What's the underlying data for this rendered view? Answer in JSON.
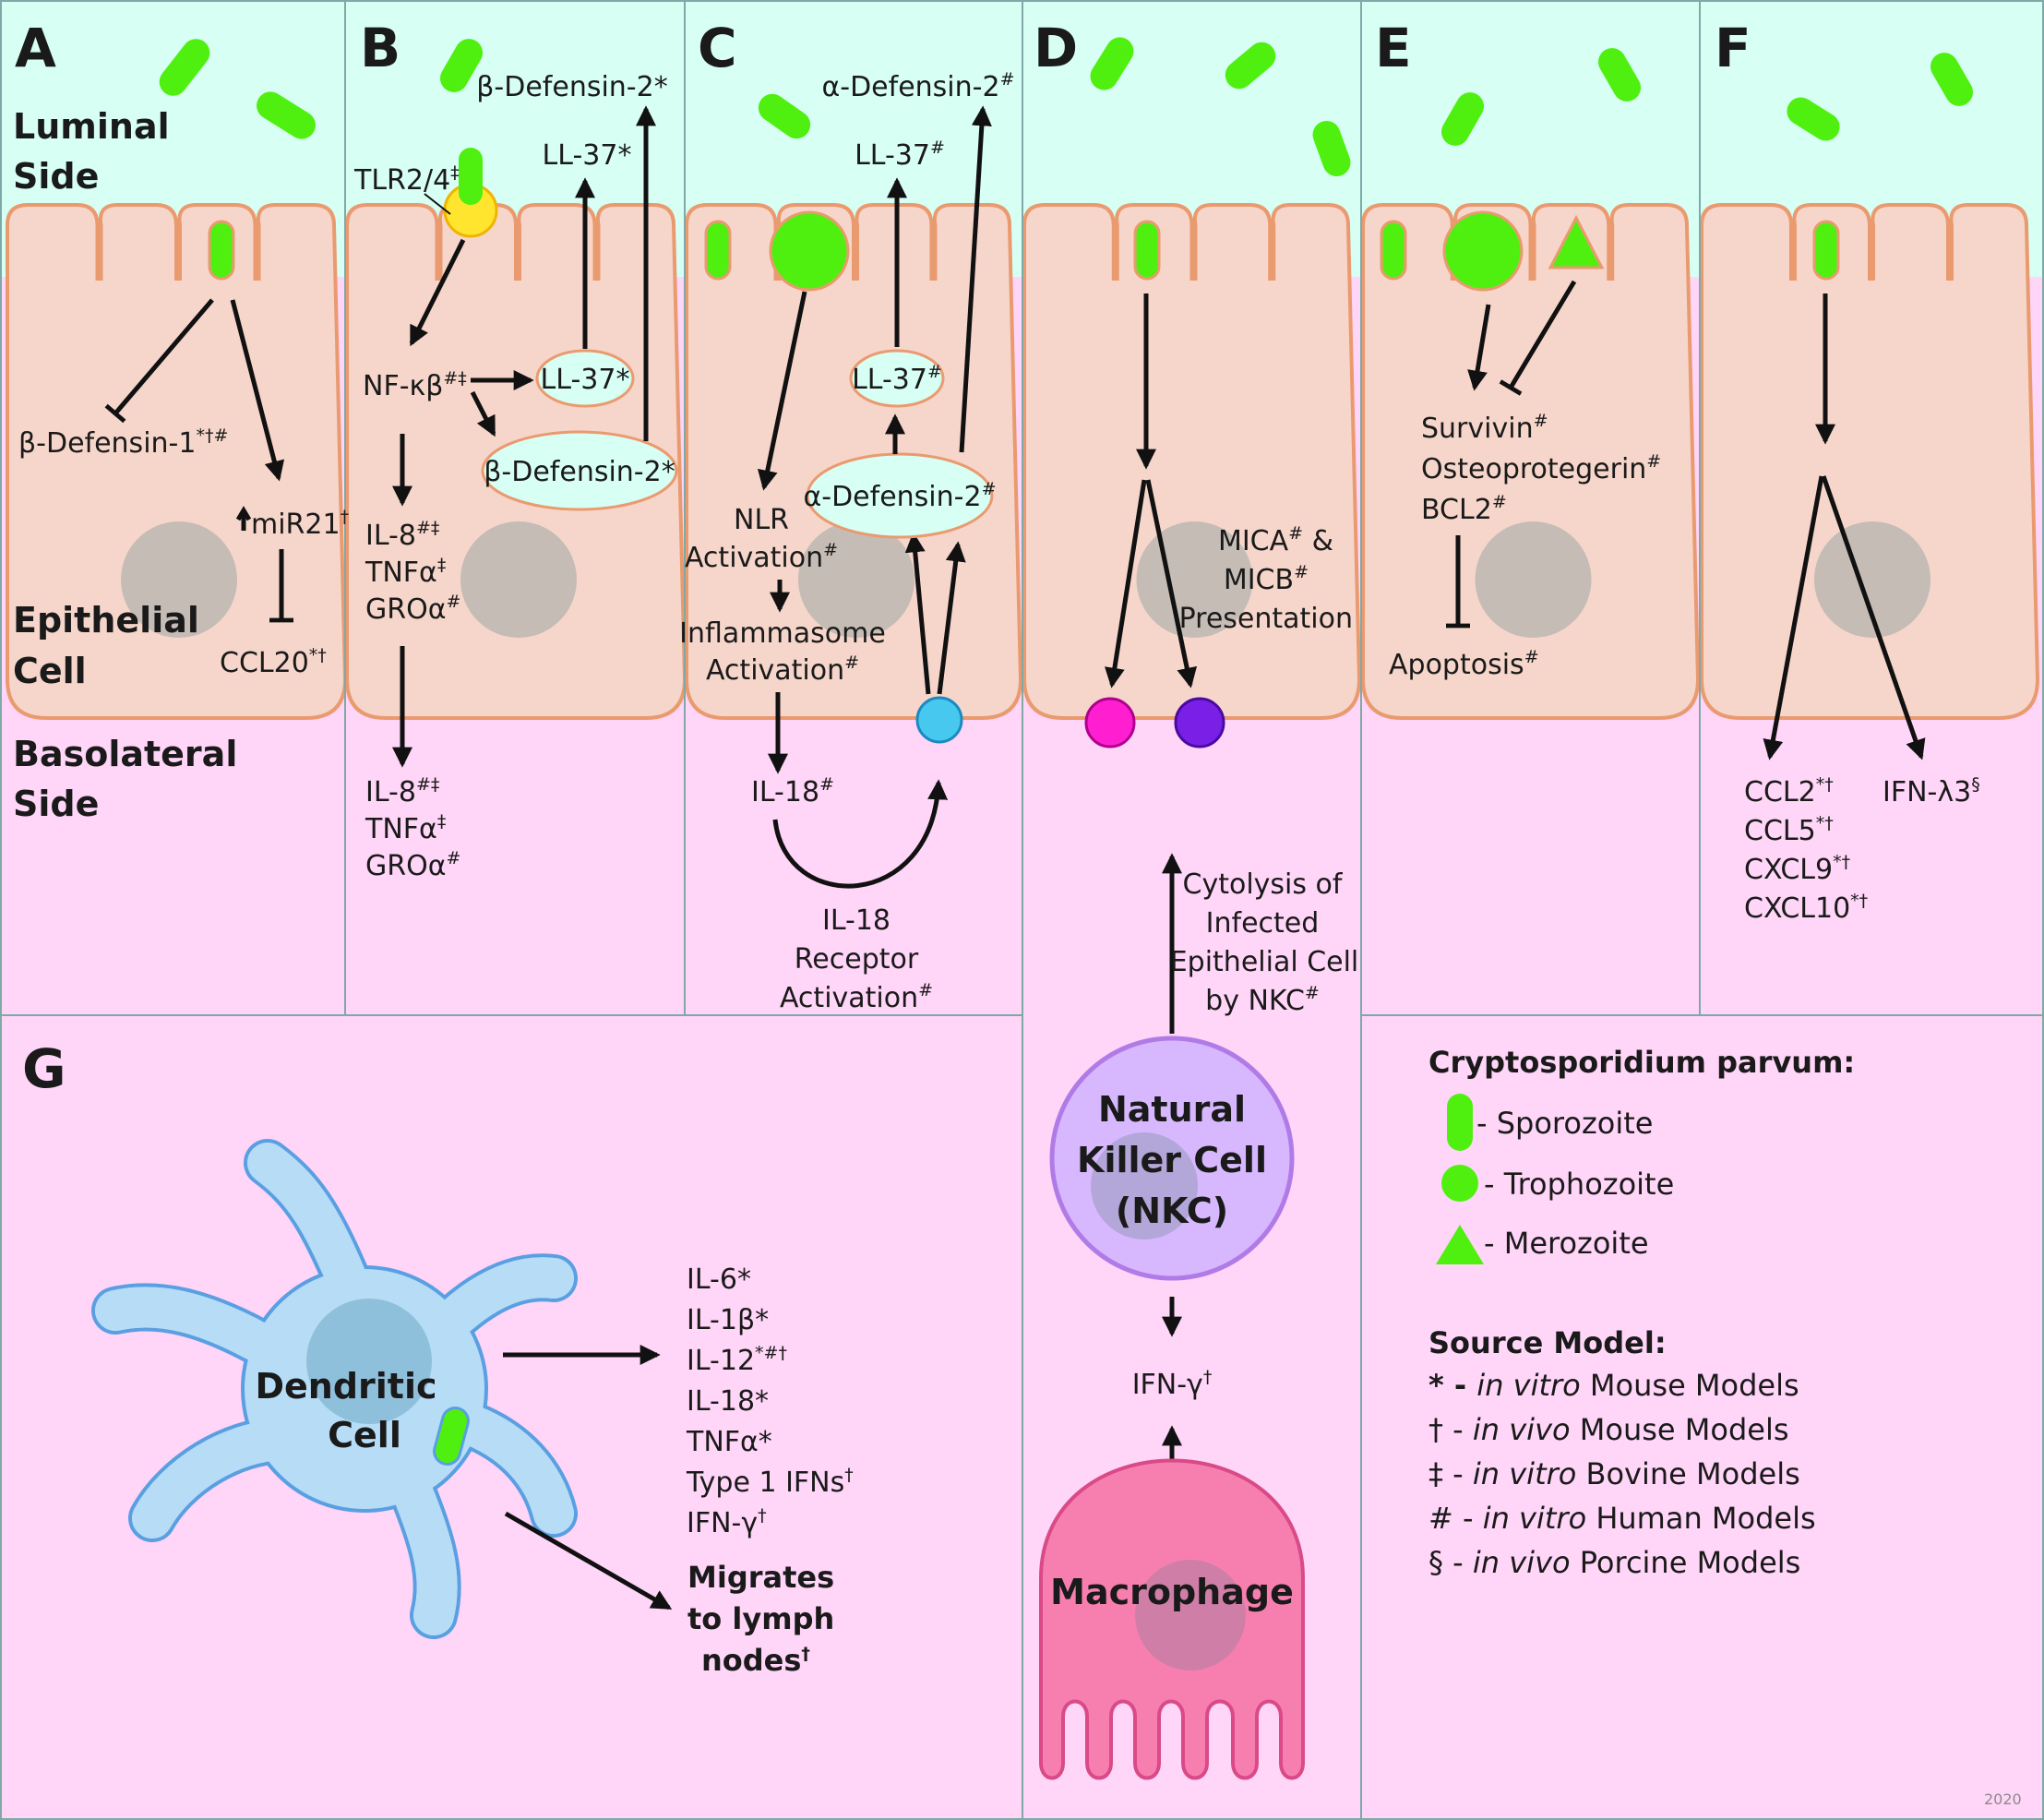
{
  "colors": {
    "luminal": "#d7fff4",
    "basolateral": "#ffd5f8",
    "cell_fill": "#f6d6cb",
    "cell_stroke": "#ea9a6f",
    "parasite": "#4ff00f",
    "nucleus": "#c5bcb5",
    "receptor_blue": "#46c8ef",
    "pink_dot": "#ff1fd1",
    "purple_dot": "#7a1fe6",
    "nk": "#d7b8ff",
    "nk_stroke": "#b07be6",
    "macrophage": "#f77fb0",
    "dendritic": "#b6dcf6",
    "dendritic_stroke": "#5a9fe2",
    "tlr": "#ffe52e"
  },
  "regions": {
    "luminal": [
      "Luminal",
      "Side"
    ],
    "epithelial": [
      "Epithelial",
      "Cell"
    ],
    "basolateral": [
      "Basolateral",
      "Side"
    ]
  },
  "panels": {
    "A": {
      "letter": "A",
      "beta_defensin1": [
        "β-Defensin-1",
        "*†#"
      ],
      "mir21": [
        "miR21",
        "†"
      ],
      "ccl20": [
        "CCL20",
        "*†"
      ]
    },
    "B": {
      "letter": "B",
      "tlr": [
        "TLR2/4",
        "‡"
      ],
      "nfkb": [
        "NF-κβ",
        "#‡"
      ],
      "ll37_bubble": "LL-37*",
      "bd2_bubble": "β-Defensin-2*",
      "ll37_out": "LL-37*",
      "bd2_out": "β-Defensin-2*",
      "il8": [
        "IL-8",
        "#‡"
      ],
      "tnfa": [
        "TNFα",
        "‡"
      ],
      "groa": [
        "GROα",
        "#"
      ],
      "il8_out": [
        "IL-8",
        "#‡"
      ],
      "tnfa_out": [
        "TNFα",
        "‡"
      ],
      "groa_out": [
        "GROα",
        "#"
      ]
    },
    "C": {
      "letter": "C",
      "adef_out": [
        "α-Defensin-2",
        "#"
      ],
      "ll37_out": [
        "LL-37",
        "#"
      ],
      "ll37_bubble": [
        "LL-37",
        "#"
      ],
      "adef_bubble": [
        "α-Defensin-2",
        "#"
      ],
      "nlr": [
        "NLR",
        "Activation",
        "#"
      ],
      "inflammasome": [
        "Inflammasome",
        "Activation",
        "#"
      ],
      "il18": [
        "IL-18",
        "#"
      ],
      "il18r": [
        "IL-18",
        "Receptor",
        "Activation",
        "#"
      ]
    },
    "D": {
      "letter": "D",
      "mic": [
        "MICA",
        "#",
        " &",
        "MICB",
        "#",
        "Presentation"
      ],
      "cytolysis": [
        "Cytolysis of",
        "Infected",
        "Epithelial Cell",
        "by NKC",
        "#"
      ],
      "nk": [
        "Natural",
        "Killer Cell",
        "(NKC)"
      ],
      "ifng": [
        "IFN-γ",
        "†"
      ],
      "macrophage": "Macrophage"
    },
    "E": {
      "letter": "E",
      "survivin": [
        "Survivin",
        "#"
      ],
      "opg": [
        "Osteoprotegerin",
        "#"
      ],
      "bcl2": [
        "BCL2",
        "#"
      ],
      "apoptosis": [
        "Apoptosis",
        "#"
      ]
    },
    "F": {
      "letter": "F",
      "ccl2": [
        "CCL2",
        "*†"
      ],
      "ccl5": [
        "CCL5",
        "*†"
      ],
      "cxcl9": [
        "CXCL9",
        "*†"
      ],
      "cxcl10": [
        "CXCL10",
        "*†"
      ],
      "ifnl3": [
        "IFN-λ3",
        "§"
      ]
    },
    "G": {
      "letter": "G",
      "dc": [
        "Dendritic",
        "Cell"
      ],
      "cytokines": [
        [
          "IL-6*",
          ""
        ],
        [
          "IL-1β*",
          ""
        ],
        [
          "IL-12",
          "*#†"
        ],
        [
          "IL-18*",
          ""
        ],
        [
          "TNFα*",
          ""
        ],
        [
          "Type 1 IFNs",
          "†"
        ],
        [
          "IFN-γ",
          "†"
        ]
      ],
      "migrates": [
        "Migrates",
        "to lymph",
        "nodes",
        "†"
      ]
    }
  },
  "legend": {
    "title": "Cryptosporidium parvum:",
    "stages": [
      "- Sporozoite",
      "- Trophozoite",
      "- Merozoite"
    ],
    "source_title": "Source Model:",
    "sources": [
      {
        "sym": "*",
        "pre": " - ",
        "it": "in vitro",
        "post": " Mouse Models"
      },
      {
        "sym": "†",
        "pre": " - ",
        "it": "in vivo",
        "post": " Mouse Models"
      },
      {
        "sym": "‡",
        "pre": " - ",
        "it": "in vitro",
        "post": " Bovine Models"
      },
      {
        "sym": "#",
        "pre": " - ",
        "it": "in vitro",
        "post": " Human Models"
      },
      {
        "sym": "§",
        "pre": " - ",
        "it": "in vivo",
        "post": " Porcine Models"
      }
    ]
  },
  "credit": "2020"
}
